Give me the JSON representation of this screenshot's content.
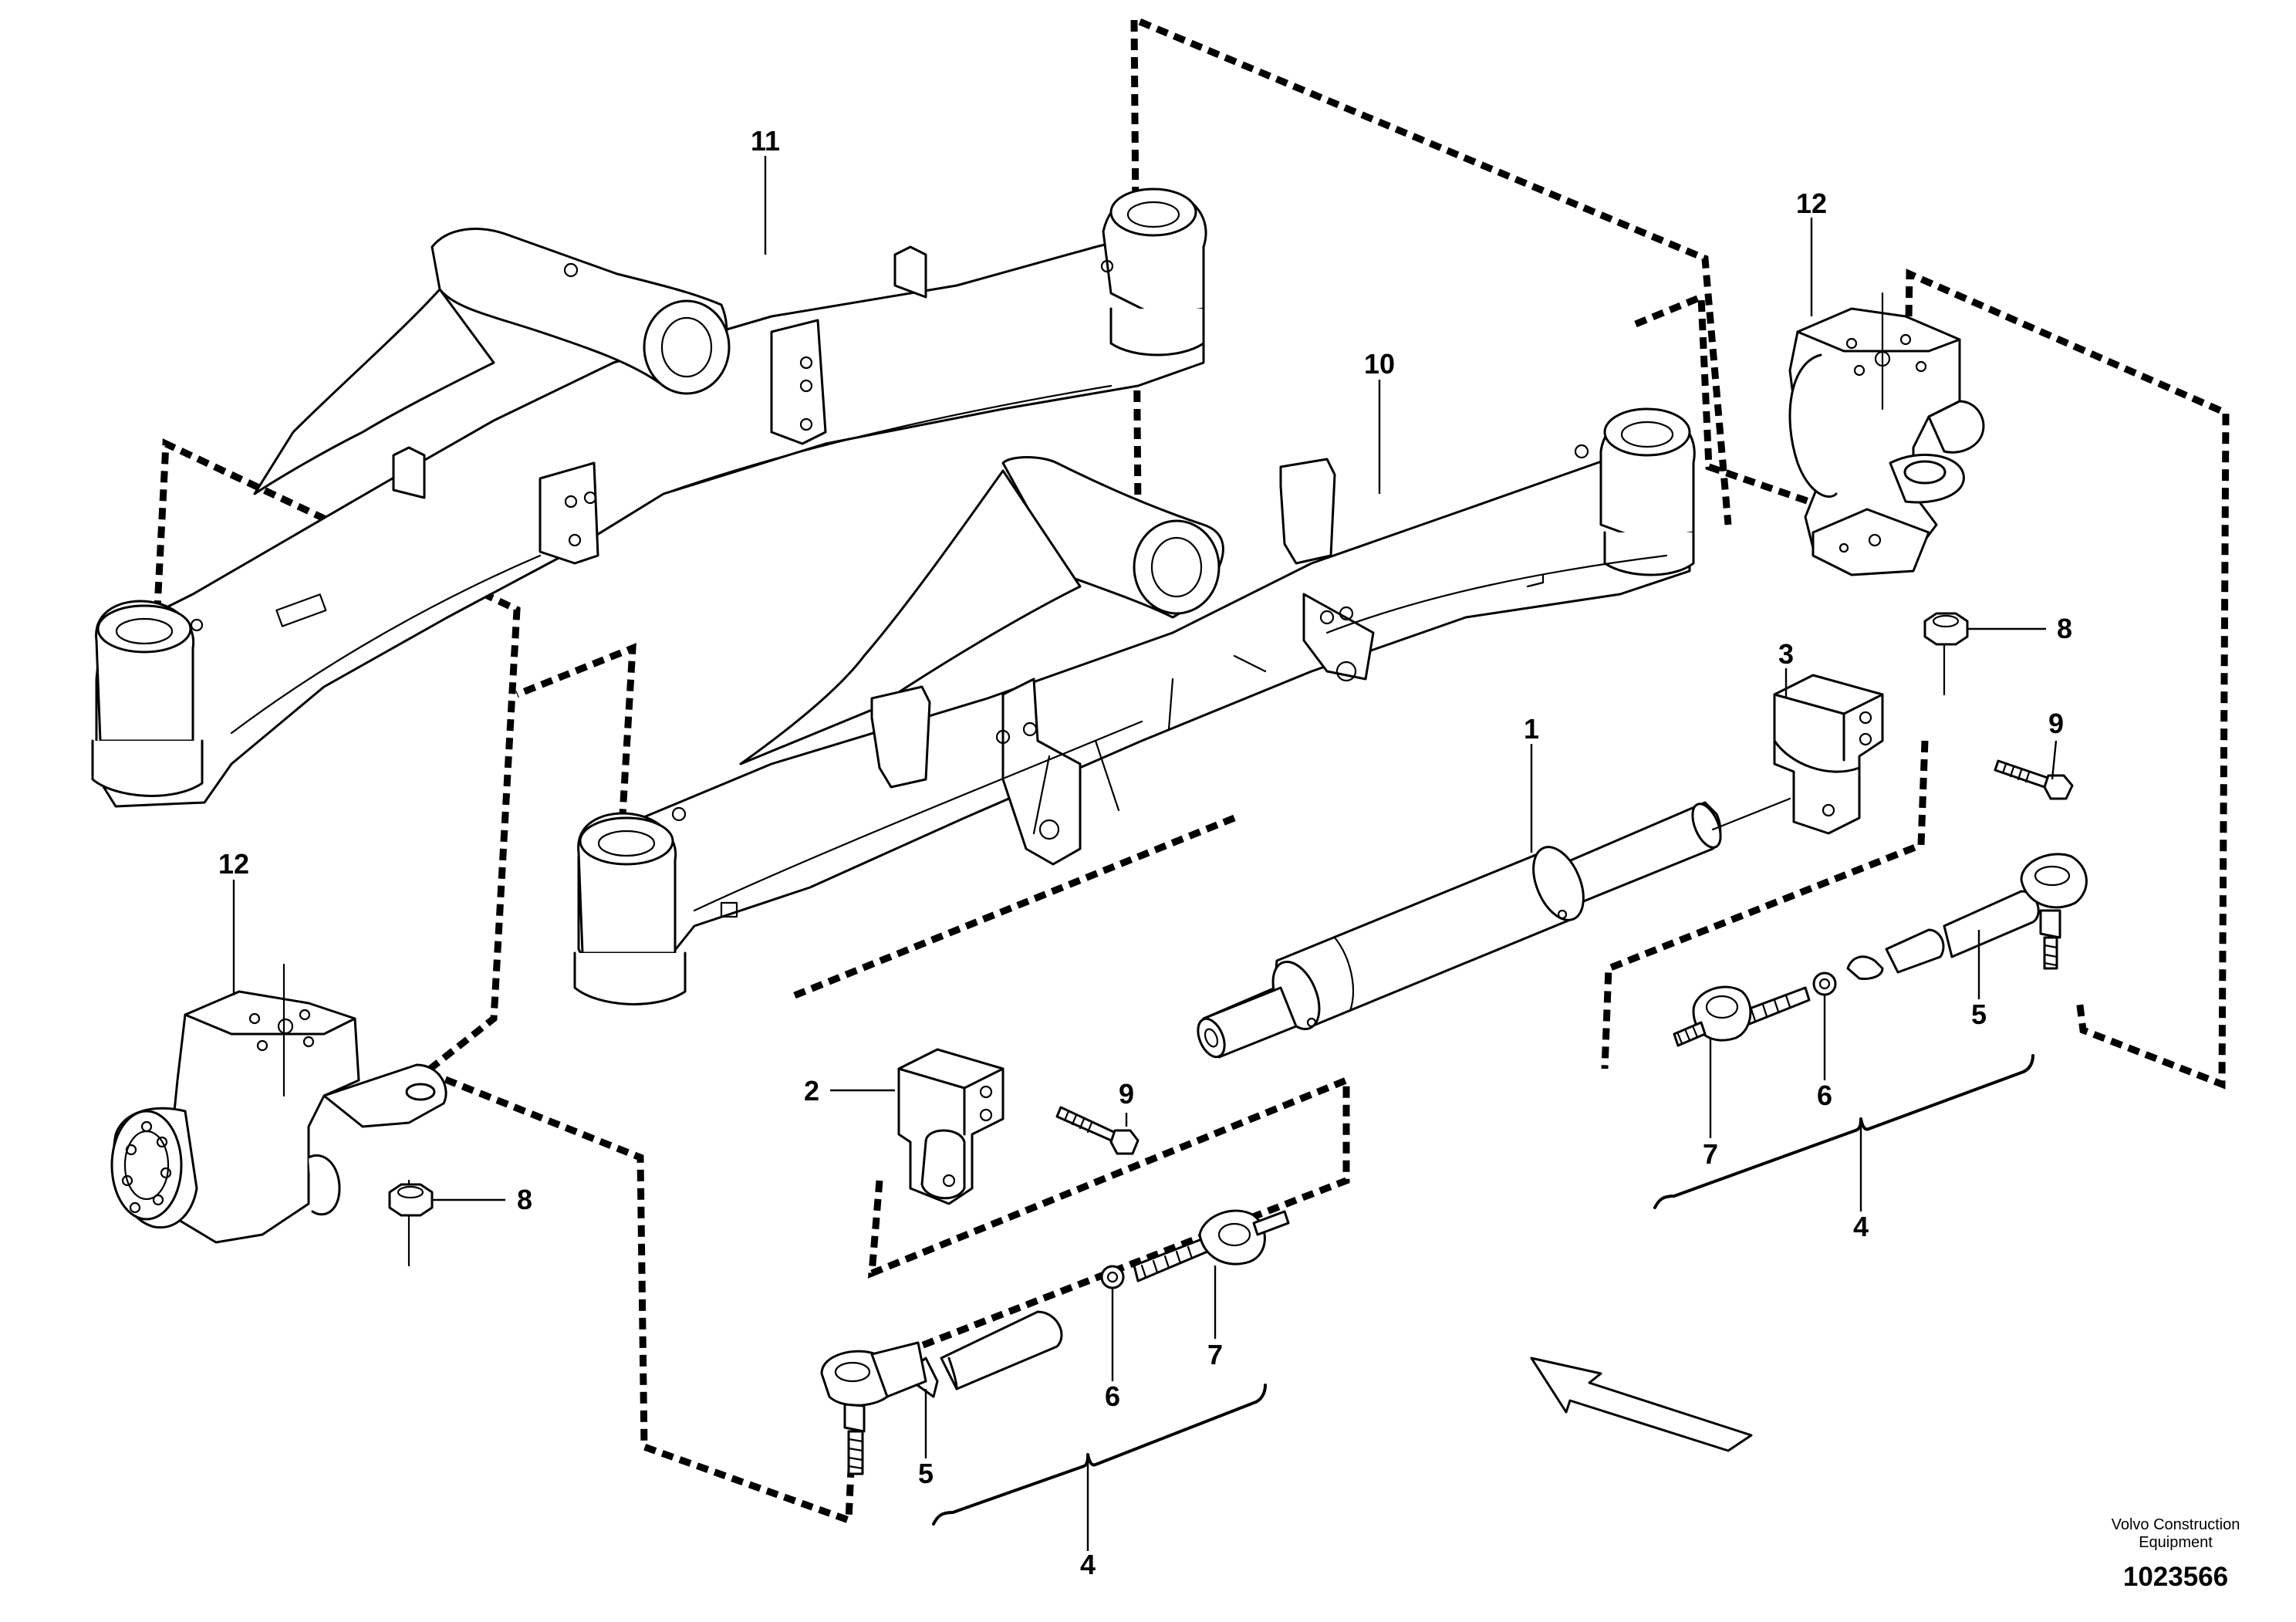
{
  "diagram": {
    "callouts": {
      "c1": "1",
      "c2": "2",
      "c3": "3",
      "c4_left": "4",
      "c4_right": "4",
      "c5_left": "5",
      "c5_right": "5",
      "c6_left": "6",
      "c6_right": "6",
      "c7_left": "7",
      "c7_right": "7",
      "c8_left": "8",
      "c8_right": "8",
      "c9_left": "9",
      "c9_right": "9",
      "c10": "10",
      "c11": "11",
      "c12_left": "12",
      "c12_right": "12"
    },
    "footer": {
      "brand_line1": "Volvo Construction",
      "brand_line2": "Equipment",
      "doc_number": "1023566"
    }
  }
}
